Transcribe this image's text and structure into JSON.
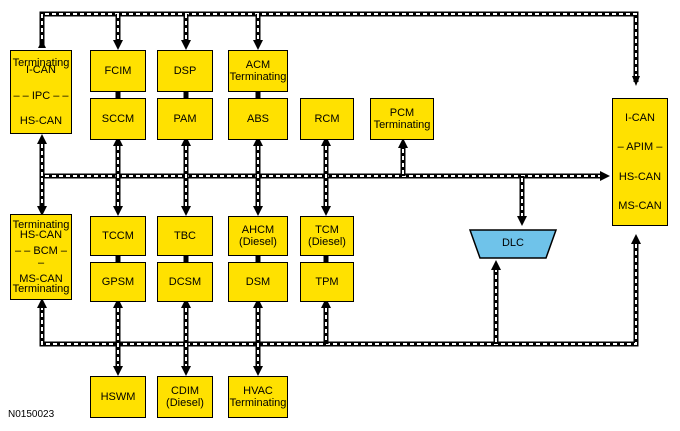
{
  "diagram": {
    "modules": {
      "ipc": {
        "line1": "Terminating",
        "line2": "I-CAN",
        "line3": "IPC",
        "line4": "HS-CAN"
      },
      "fcim": {
        "label": "FCIM"
      },
      "dsp": {
        "label": "DSP"
      },
      "acm": {
        "line1": "ACM",
        "line2": "Terminating"
      },
      "sccm": {
        "label": "SCCM"
      },
      "pam": {
        "label": "PAM"
      },
      "abs": {
        "label": "ABS"
      },
      "rcm": {
        "label": "RCM"
      },
      "pcm": {
        "line1": "PCM",
        "line2": "Terminating"
      },
      "apim": {
        "line1": "I-CAN",
        "line2": "APIM",
        "line3": "HS-CAN",
        "line4": "MS-CAN"
      },
      "bcm": {
        "line1": "Terminating",
        "line2": "HS-CAN",
        "line3": "BCM",
        "line4": "MS-CAN",
        "line5": "Terminating"
      },
      "tccm": {
        "label": "TCCM"
      },
      "tbc": {
        "label": "TBC"
      },
      "ahcm": {
        "line1": "AHCM",
        "line2": "(Diesel)"
      },
      "tcm": {
        "line1": "TCM",
        "line2": "(Diesel)"
      },
      "gpsm": {
        "label": "GPSM"
      },
      "dcsm": {
        "label": "DCSM"
      },
      "dsm": {
        "label": "DSM"
      },
      "tpm": {
        "label": "TPM"
      },
      "hswm": {
        "label": "HSWM"
      },
      "cdim": {
        "line1": "CDIM",
        "line2": "(Diesel)"
      },
      "hvac": {
        "line1": "HVAC",
        "line2": "Terminating"
      },
      "dlc": {
        "label": "DLC"
      }
    },
    "figure_id": "N0150023",
    "colors": {
      "module_fill": "#ffe100",
      "dlc_fill": "#6fc3ea",
      "bus": "#000000"
    }
  }
}
